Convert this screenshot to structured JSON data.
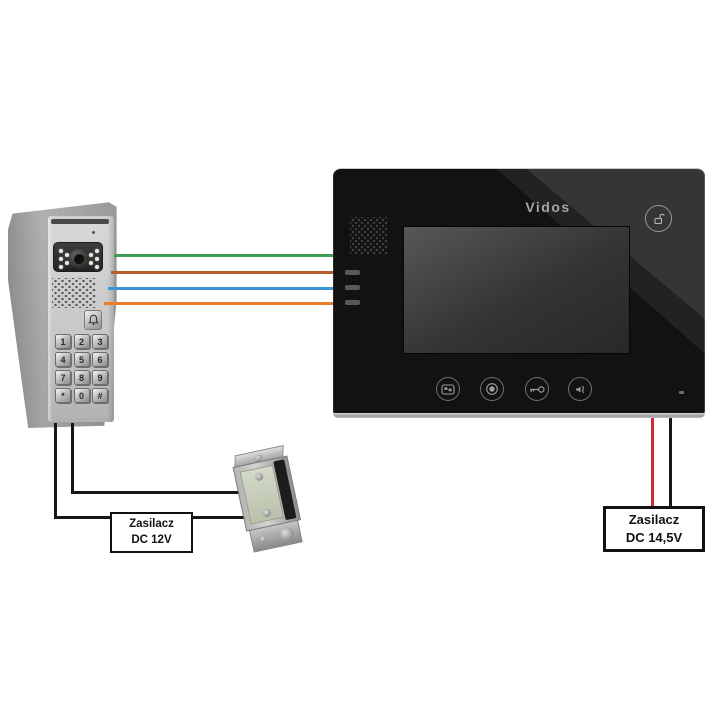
{
  "diagram": {
    "door_station": {
      "name": "video door station",
      "keypad_keys": [
        "1",
        "2",
        "3",
        "4",
        "5",
        "6",
        "7",
        "8",
        "9",
        "*",
        "0",
        "#"
      ],
      "icons": [
        "camera-lens",
        "led-lights",
        "speaker-grille",
        "bell-icon",
        "keypad"
      ]
    },
    "monitor": {
      "brand": "Vidos",
      "icons": [
        "speaker-grille",
        "indicator-slots",
        "unlock-icon",
        "monitor-icon",
        "talk-icon",
        "key-icon",
        "speak-icon",
        "power-led"
      ]
    },
    "power_supply_left": {
      "line1": "Zasilacz",
      "line2": "DC 12V"
    },
    "power_supply_right": {
      "line1": "Zasilacz",
      "line2": "DC 14,5V"
    },
    "wires": {
      "bus": [
        {
          "name": "green",
          "color": "#3f9e4f"
        },
        {
          "name": "red-brown",
          "color": "#b55d2e"
        },
        {
          "name": "blue",
          "color": "#3b97d3"
        },
        {
          "name": "orange",
          "color": "#ec7d2b"
        }
      ],
      "monitor_power": [
        {
          "name": "red",
          "color": "#d62b31"
        },
        {
          "name": "black",
          "color": "#161616"
        }
      ],
      "strike_wire_color": "#161616"
    }
  }
}
